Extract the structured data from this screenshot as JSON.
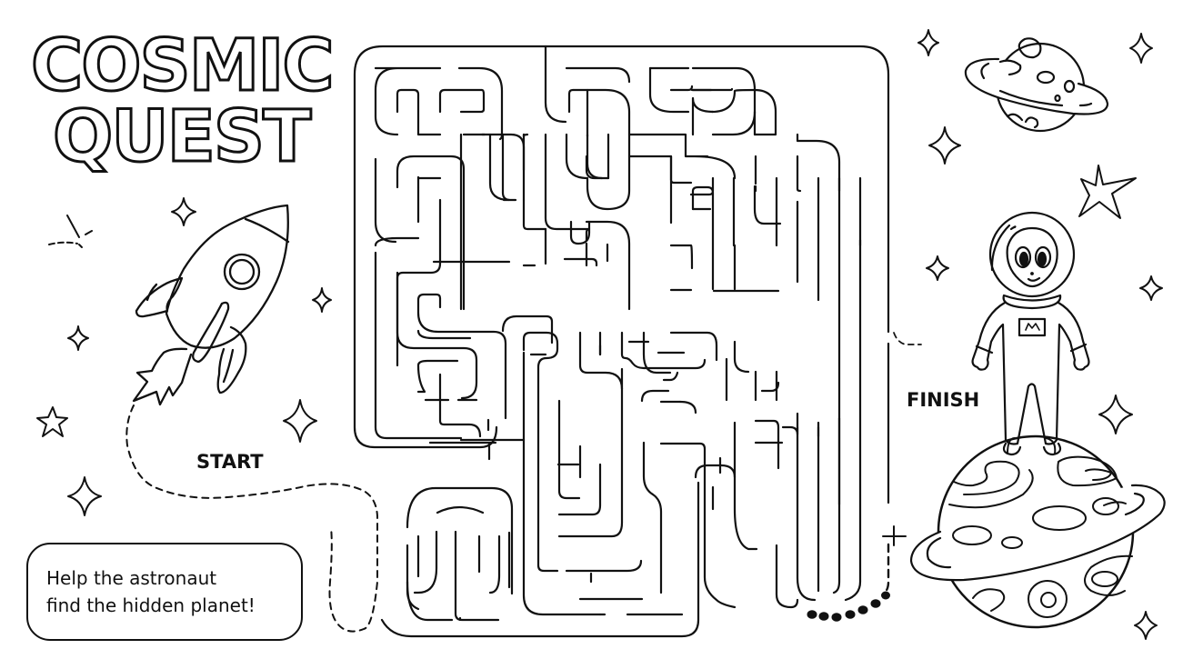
{
  "title": {
    "line1": "COSMIC",
    "line2": "QUEST"
  },
  "labels": {
    "start": "START",
    "finish": "FINISH"
  },
  "hint": {
    "line1": "Help the astronaut",
    "line2": "find the hidden planet!"
  },
  "illustrations": {
    "rocket": "rocket-icon",
    "astronaut": "alien-astronaut",
    "ringed_planet_small": "ringed-planet-icon",
    "ringed_planet_large": "ringed-planet-icon",
    "stars": "sparkle-star-icon"
  },
  "colors": {
    "ink": "#111111",
    "background": "#ffffff"
  }
}
